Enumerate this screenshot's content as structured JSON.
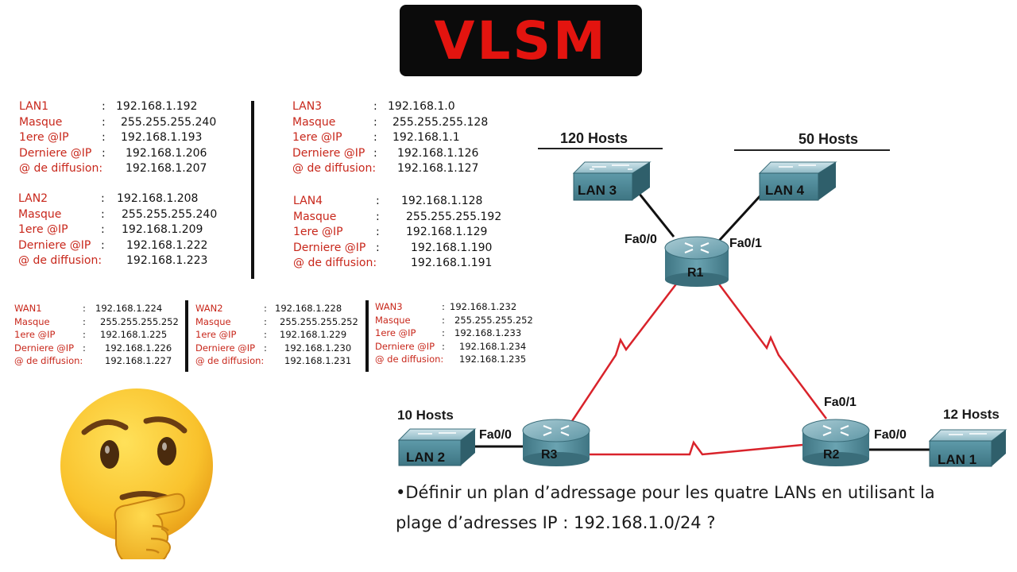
{
  "title": "VLSM",
  "colors": {
    "label_red": "#c8271b",
    "link_red": "#d9232b",
    "title_red": "#e3140f",
    "device_teal": "#4e8c9a"
  },
  "lan_blocks": [
    {
      "id": "lan1",
      "rows": [
        {
          "label": "LAN1",
          "colon": ":",
          "value": "192.168.1.192"
        },
        {
          "label": "Masque",
          "colon": ":",
          "value": "255.255.255.240"
        },
        {
          "label": "1ere @IP",
          "colon": ":",
          "value": "192.168.1.193"
        },
        {
          "label": "Derniere @IP",
          "colon": ":",
          "value": "192.168.1.206"
        },
        {
          "label": "@ de diffusion:",
          "colon": "",
          "value": "192.168.1.207"
        }
      ]
    },
    {
      "id": "lan2",
      "rows": [
        {
          "label": "LAN2",
          "colon": ":",
          "value": "192.168.1.208"
        },
        {
          "label": "Masque",
          "colon": ":",
          "value": "255.255.255.240"
        },
        {
          "label": "1ere @IP",
          "colon": ":",
          "value": "192.168.1.209"
        },
        {
          "label": "Derniere @IP",
          "colon": ":",
          "value": "192.168.1.222"
        },
        {
          "label": "@ de diffusion:",
          "colon": "",
          "value": "192.168.1.223"
        }
      ]
    },
    {
      "id": "lan3",
      "rows": [
        {
          "label": "LAN3",
          "colon": ":",
          "value": "192.168.1.0"
        },
        {
          "label": "Masque",
          "colon": ":",
          "value": "255.255.255.128"
        },
        {
          "label": "1ere @IP",
          "colon": ":",
          "value": "192.168.1.1"
        },
        {
          "label": "Derniere @IP",
          "colon": ":",
          "value": "192.168.1.126"
        },
        {
          "label": "@ de diffusion:",
          "colon": "",
          "value": "192.168.1.127"
        }
      ]
    },
    {
      "id": "lan4",
      "rows": [
        {
          "label": "LAN4",
          "colon": ":",
          "value": "192.168.1.128"
        },
        {
          "label": "Masque",
          "colon": ":",
          "value": "255.255.255.192"
        },
        {
          "label": "1ere @IP",
          "colon": ":",
          "value": "192.168.1.129"
        },
        {
          "label": "Derniere @IP",
          "colon": ":",
          "value": "192.168.1.190"
        },
        {
          "label": "@ de diffusion:",
          "colon": "",
          "value": "192.168.1.191"
        }
      ]
    }
  ],
  "wan_blocks": [
    {
      "id": "wan1",
      "rows": [
        {
          "label": "WAN1",
          "colon": ":",
          "value": "192.168.1.224"
        },
        {
          "label": "Masque",
          "colon": ":",
          "value": "255.255.255.252"
        },
        {
          "label": "1ere @IP",
          "colon": ":",
          "value": "192.168.1.225"
        },
        {
          "label": "Derniere @IP",
          "colon": ":",
          "value": "192.168.1.226"
        },
        {
          "label": "@ de diffusion:",
          "colon": "",
          "value": "192.168.1.227"
        }
      ]
    },
    {
      "id": "wan2",
      "rows": [
        {
          "label": "WAN2",
          "colon": ":",
          "value": "192.168.1.228"
        },
        {
          "label": "Masque",
          "colon": ":",
          "value": "255.255.255.252"
        },
        {
          "label": "1ere @IP",
          "colon": ":",
          "value": "192.168.1.229"
        },
        {
          "label": "Derniere @IP",
          "colon": ":",
          "value": "192.168.1.230"
        },
        {
          "label": "@ de diffusion:",
          "colon": "",
          "value": "192.168.1.231"
        }
      ]
    },
    {
      "id": "wan3",
      "rows": [
        {
          "label": "WAN3",
          "colon": ":",
          "value": "192.168.1.232"
        },
        {
          "label": "Masque",
          "colon": ":",
          "value": "255.255.255.252"
        },
        {
          "label": "1ere @IP",
          "colon": ":",
          "value": "192.168.1.233"
        },
        {
          "label": "Derniere @IP",
          "colon": ":",
          "value": "192.168.1.234"
        },
        {
          "label": "@ de diffusion:",
          "colon": "",
          "value": "192.168.1.235"
        }
      ]
    }
  ],
  "topology": {
    "switches": {
      "lan3": "LAN 3",
      "lan4": "LAN 4",
      "lan2": "LAN 2",
      "lan1": "LAN 1"
    },
    "routers": {
      "r1": "R1",
      "r2": "R2",
      "r3": "R3"
    },
    "hosts": {
      "lan3": "120 Hosts",
      "lan4": "50 Hosts",
      "lan2": "10 Hosts",
      "lan1": "12 Hosts"
    },
    "ports": {
      "r1_lan3": "Fa0/0",
      "r1_lan4": "Fa0/1",
      "r3_lan2": "Fa0/0",
      "r2_r1": "Fa0/1",
      "r2_lan1": "Fa0/0"
    }
  },
  "question": {
    "bullet": "•",
    "line1": "Définir un plan d’adressage pour les quatre LANs  en utilisant la",
    "line2": "plage d’adresses IP : 192.168.1.0/24 ?"
  },
  "emoji": "thinking-face-emoji"
}
